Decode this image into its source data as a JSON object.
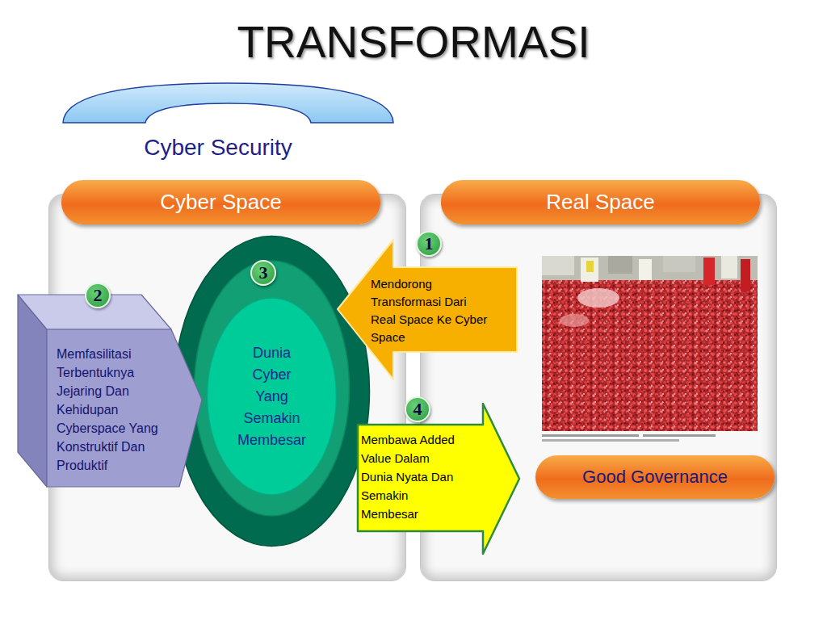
{
  "diagram": {
    "title": "TRANSFORMASI",
    "nodes": [
      {
        "text": [
          "Cyber Space"
        ]
      },
      {
        "text": [
          "Dunia Cyber Yang Semakin Membesar"
        ],
        "in": 0
      },
      {
        "text": [
          "Memfasilitasi Terbentuknya Jejaring Dan Kehidupan Cyberspace Yang Konstruktif Dan Produktif"
        ]
      },
      {
        "text": [
          "Real Space"
        ]
      },
      {
        "text": [
          "Good Governance"
        ],
        "in": 3
      },
      {
        "text": [
          "Mendorong Transformasi Dari Real Space Ke Cyber Space"
        ]
      },
      {
        "text": [
          "Membawa Added Value Dalam Dunia Nyata Dan Semakin Membesar"
        ]
      }
    ],
    "labels": [
      "Cyber Security",
      "1",
      "2",
      "3",
      "4"
    ]
  }
}
